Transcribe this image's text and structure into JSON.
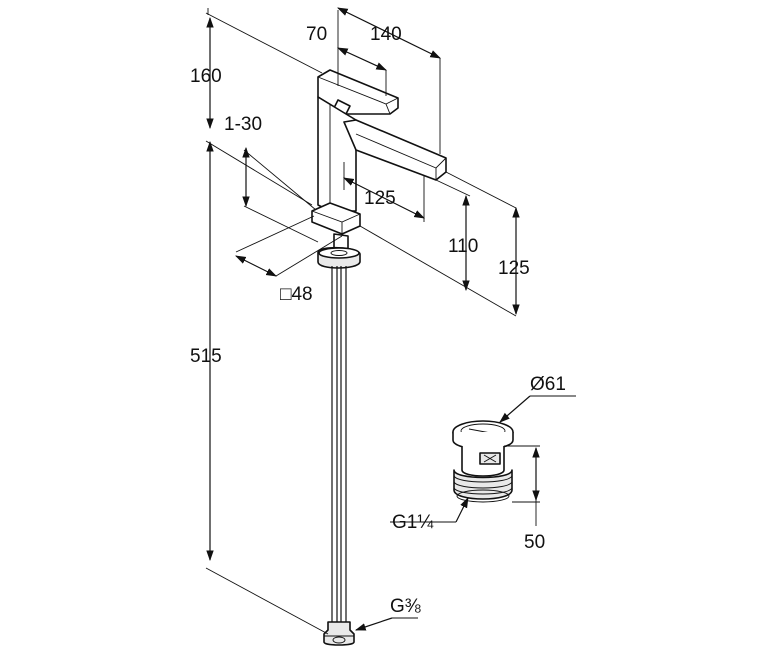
{
  "dimensions": {
    "d_70": "70",
    "d_140": "140",
    "d_160": "160",
    "d_1_30": "1-30",
    "d_125_spout": "125",
    "d_110": "110",
    "d_125_height": "125",
    "d_sq48": "□48",
    "d_515": "515",
    "d_g38": "G⅜",
    "d_dia61": "Ø61",
    "d_g114": "G1¼",
    "d_50": "50"
  },
  "colors": {
    "line": "#111111",
    "background": "#ffffff",
    "shade": "#e9e9e9"
  }
}
